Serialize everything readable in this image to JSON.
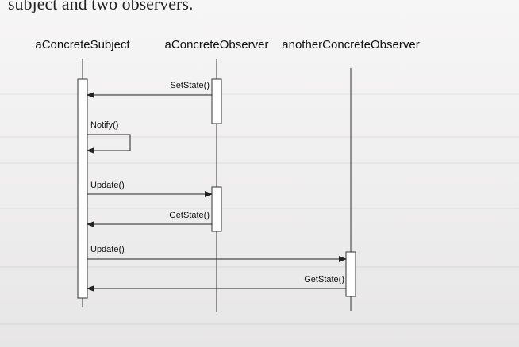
{
  "caption": "subject and two observers.",
  "lifelines": [
    {
      "name": "aConcreteSubject"
    },
    {
      "name": "aConcreteObserver"
    },
    {
      "name": "anotherConcreteObserver"
    }
  ],
  "messages": [
    {
      "label": "SetState()",
      "from": "aConcreteObserver",
      "to": "aConcreteSubject"
    },
    {
      "label": "Notify()",
      "from": "aConcreteSubject",
      "to": "aConcreteSubject"
    },
    {
      "label": "Update()",
      "from": "aConcreteSubject",
      "to": "aConcreteObserver"
    },
    {
      "label": "GetState()",
      "from": "aConcreteObserver",
      "to": "aConcreteSubject"
    },
    {
      "label": "Update()",
      "from": "aConcreteSubject",
      "to": "anotherConcreteObserver"
    },
    {
      "label": "GetState()",
      "from": "anotherConcreteObserver",
      "to": "aConcreteSubject"
    }
  ]
}
